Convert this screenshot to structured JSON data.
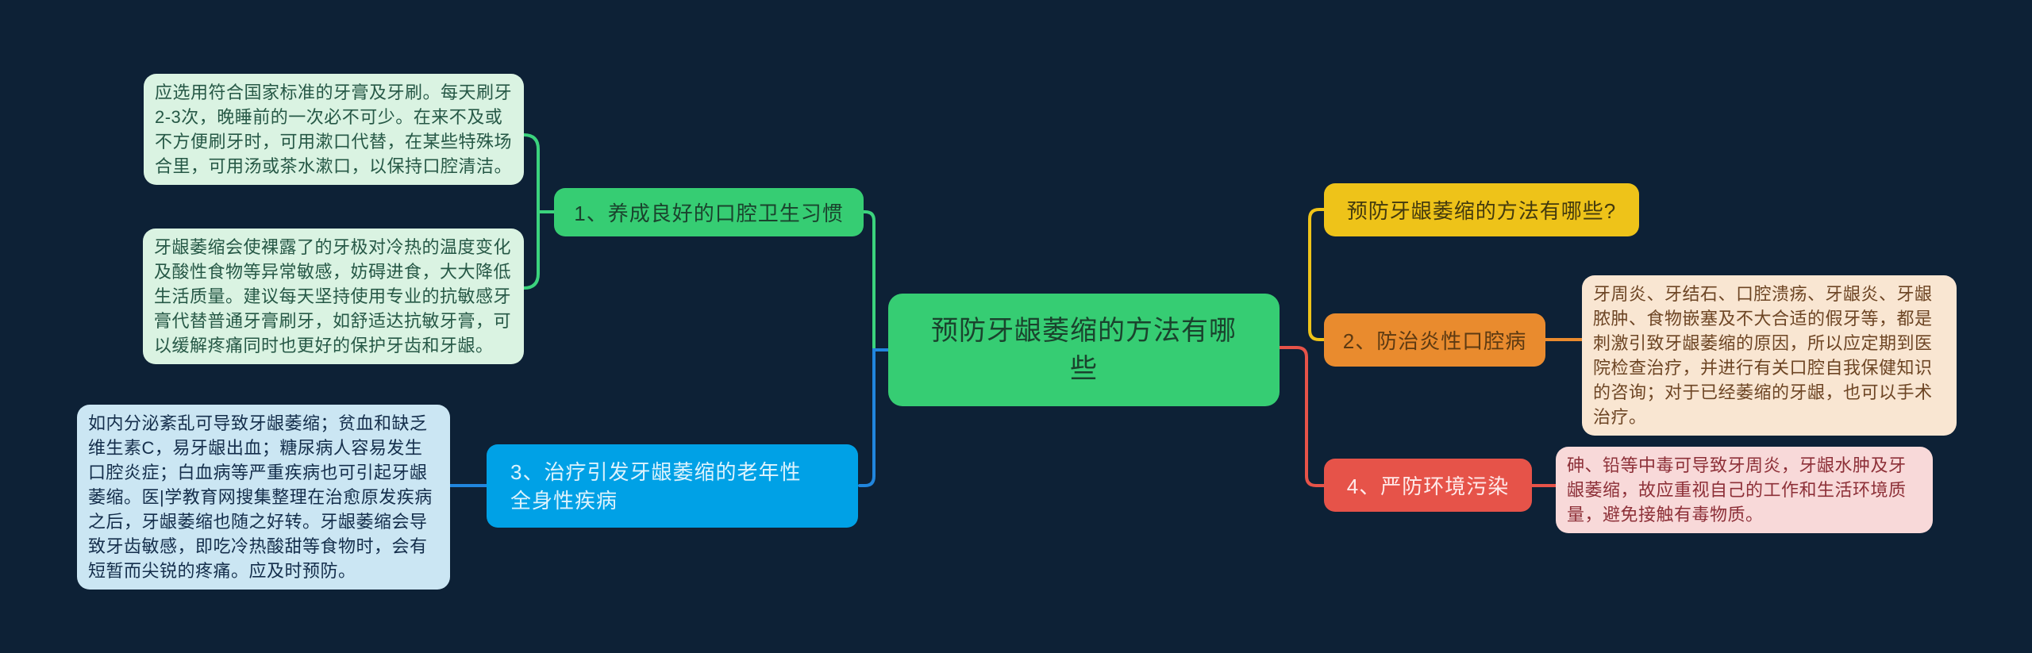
{
  "root": {
    "title": "预防牙龈萎缩的方法有哪些"
  },
  "question": {
    "label": "预防牙龈萎缩的方法有哪些?"
  },
  "branch1": {
    "label": "1、养成良好的口腔卫生习惯",
    "note1": "应选用符合国家标准的牙膏及牙刷。每天刷牙2-3次，晚睡前的一次必不可少。在来不及或不方便刷牙时，可用漱口代替，在某些特殊场合里，可用汤或茶水漱口，以保持口腔清洁。",
    "note2": "牙龈萎缩会使裸露了的牙极对冷热的温度变化及酸性食物等异常敏感，妨碍进食，大大降低生活质量。建议每天坚持使用专业的抗敏感牙膏代替普通牙膏刷牙，如舒适达抗敏牙膏，可以缓解疼痛同时也更好的保护牙齿和牙龈。"
  },
  "branch2": {
    "label": "2、防治炎性口腔病",
    "note": "牙周炎、牙结石、口腔溃疡、牙龈炎、牙龈脓肿、食物嵌塞及不大合适的假牙等，都是刺激引致牙龈萎缩的原因，所以应定期到医院检查治疗，并进行有关口腔自我保健知识的咨询；对于已经萎缩的牙龈，也可以手术治疗。"
  },
  "branch3": {
    "label": "3、治疗引发牙龈萎缩的老年性全身性疾病",
    "note": "如内分泌紊乱可导致牙龈萎缩；贫血和缺乏维生素C，易牙龈出血；糖尿病人容易发生口腔炎症；白血病等严重疾病也可引起牙龈萎缩。医|学教育网搜集整理在治愈原发疾病之后，牙龈萎缩也随之好转。牙龈萎缩会导致牙齿敏感，即吃冷热酸甜等食物时，会有短暂而尖锐的疼痛。应及时预防。"
  },
  "branch4": {
    "label": "4、严防环境污染",
    "note": "砷、铅等中毒可导致牙周炎，牙龈水肿及牙龈萎缩，故应重视自己的工作和生活环境质量，避免接触有毒物质。"
  },
  "palette": {
    "background": "#0d2136",
    "root_green": "#36cd73",
    "root_text": "#1a432d",
    "light_green_note": "#daf3e2",
    "light_green_note_text": "#265846",
    "blue_node": "#00a1e6",
    "blue_node_text": "#ddf3fd",
    "light_blue_note": "#cbe6f3",
    "light_blue_note_text": "#142e4b",
    "yellow_node": "#eec319",
    "yellow_node_text": "#433a0e",
    "orange_node": "#e98b2e",
    "orange_node_text": "#5d3a12",
    "peach_note": "#f9e6d2",
    "peach_note_text": "#6d4524",
    "red_node": "#e65349",
    "red_node_text": "#ffeaea",
    "pink_note": "#f8d9d9",
    "pink_note_text": "#8d3038",
    "connector_green": "#3bd37d",
    "connector_blue": "#2186dd",
    "connector_yellow": "#eec319",
    "connector_orange": "#e98b2e",
    "connector_red": "#e65349"
  }
}
